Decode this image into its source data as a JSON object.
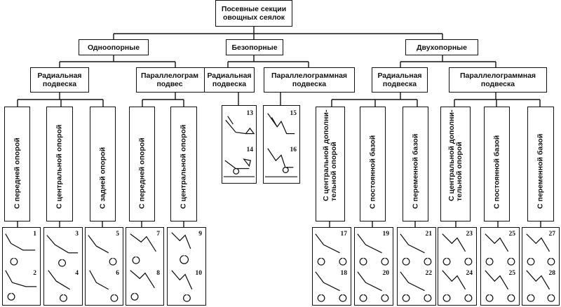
{
  "root": "Посевные секции\nовощных сеялок",
  "level1": [
    "Одноопорные",
    "Безопорные",
    "Двухопорные"
  ],
  "level2": [
    "Радиальная\nподвеска",
    "Параллелограм\nподвес",
    "Радиальная\nподвеска",
    "Параллелограммная\nподвеска",
    "Радиальная\nподвеска",
    "Параллелограммная\nподвеска"
  ],
  "level3": [
    "С передней опорой",
    "С центральной опорой",
    "С задней опорой",
    "С передней опорой",
    "С центральной опорой",
    "С центральной дополни-\nтельной опорой",
    "С постоянной базой",
    "С переменной базой",
    "С центральной дополни-\nтельной опорой",
    "С постоянной базой",
    "С переменной базой"
  ],
  "figures": {
    "bezopornye_radial": [
      "13",
      "14"
    ],
    "bezopornye_parallel": [
      "15",
      "16"
    ],
    "odnoopornye": [
      [
        "1",
        "2"
      ],
      [
        "3",
        "4"
      ],
      [
        "5",
        "6"
      ],
      [
        "7",
        "8"
      ],
      [
        "9",
        "10"
      ]
    ],
    "dvuhopornye": [
      [
        "17",
        "18"
      ],
      [
        "19",
        "20"
      ],
      [
        "21",
        "22"
      ],
      [
        "23",
        "24"
      ],
      [
        "25",
        "25"
      ],
      [
        "27",
        "28"
      ]
    ]
  }
}
